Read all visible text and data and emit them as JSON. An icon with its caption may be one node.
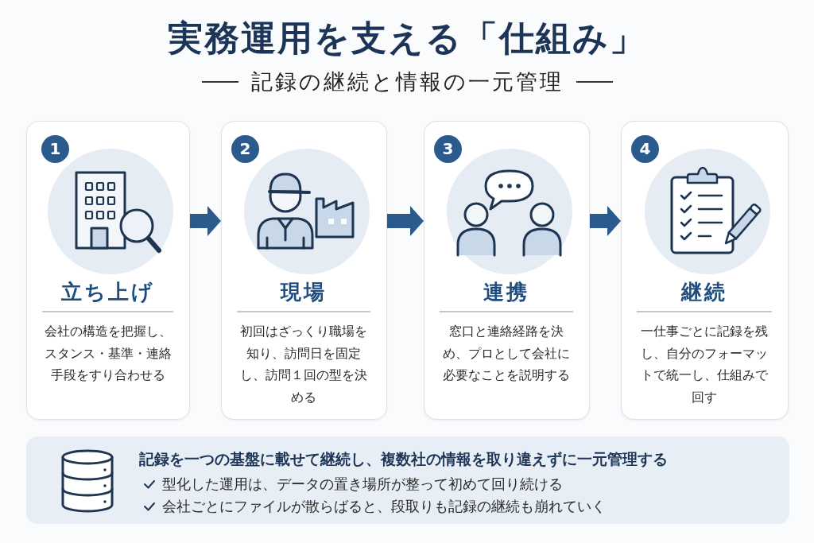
{
  "diagram": {
    "title": "実務運用を支える「仕組み」",
    "nodes": [
      {
        "text": [
          "立ち上げ",
          "会社の構造を把握し、スタンス・基準・連絡手段をすり合わせる"
        ]
      },
      {
        "text": [
          "1"
        ],
        "in": 0
      },
      {
        "text": [
          "現場",
          "初回はざっくり職場を知り、訪問日を固定し、訪問１回の型を決める"
        ]
      },
      {
        "text": [
          "2"
        ],
        "in": 2
      },
      {
        "text": [
          "連携",
          "窓口と連絡経路を決め、プロとして会社に必要なことを説明する"
        ]
      },
      {
        "text": [
          "3"
        ],
        "in": 4
      },
      {
        "text": [
          "継続",
          "一仕事ごとに記録を残し、自分のフォーマットで統一し、仕組みで回す"
        ]
      },
      {
        "text": [
          "4"
        ],
        "in": 6
      },
      {
        "text": [
          "記録を一つの基盤に載せて継続し、複数社の情報を取り違えずに一元管理する",
          "型化した運用は、データの置き場所が整って初めて回り続ける",
          "会社ごとにファイルが散らばると、段取りも記録の継続も崩れていく"
        ]
      }
    ],
    "edges": [
      {
        "from": 0,
        "to": 2,
        "arrow": "to"
      },
      {
        "from": 2,
        "to": 4,
        "arrow": "to"
      },
      {
        "from": 4,
        "to": 6,
        "arrow": "to"
      }
    ],
    "labels": [
      "記録の継続と情報の一元管理"
    ]
  }
}
